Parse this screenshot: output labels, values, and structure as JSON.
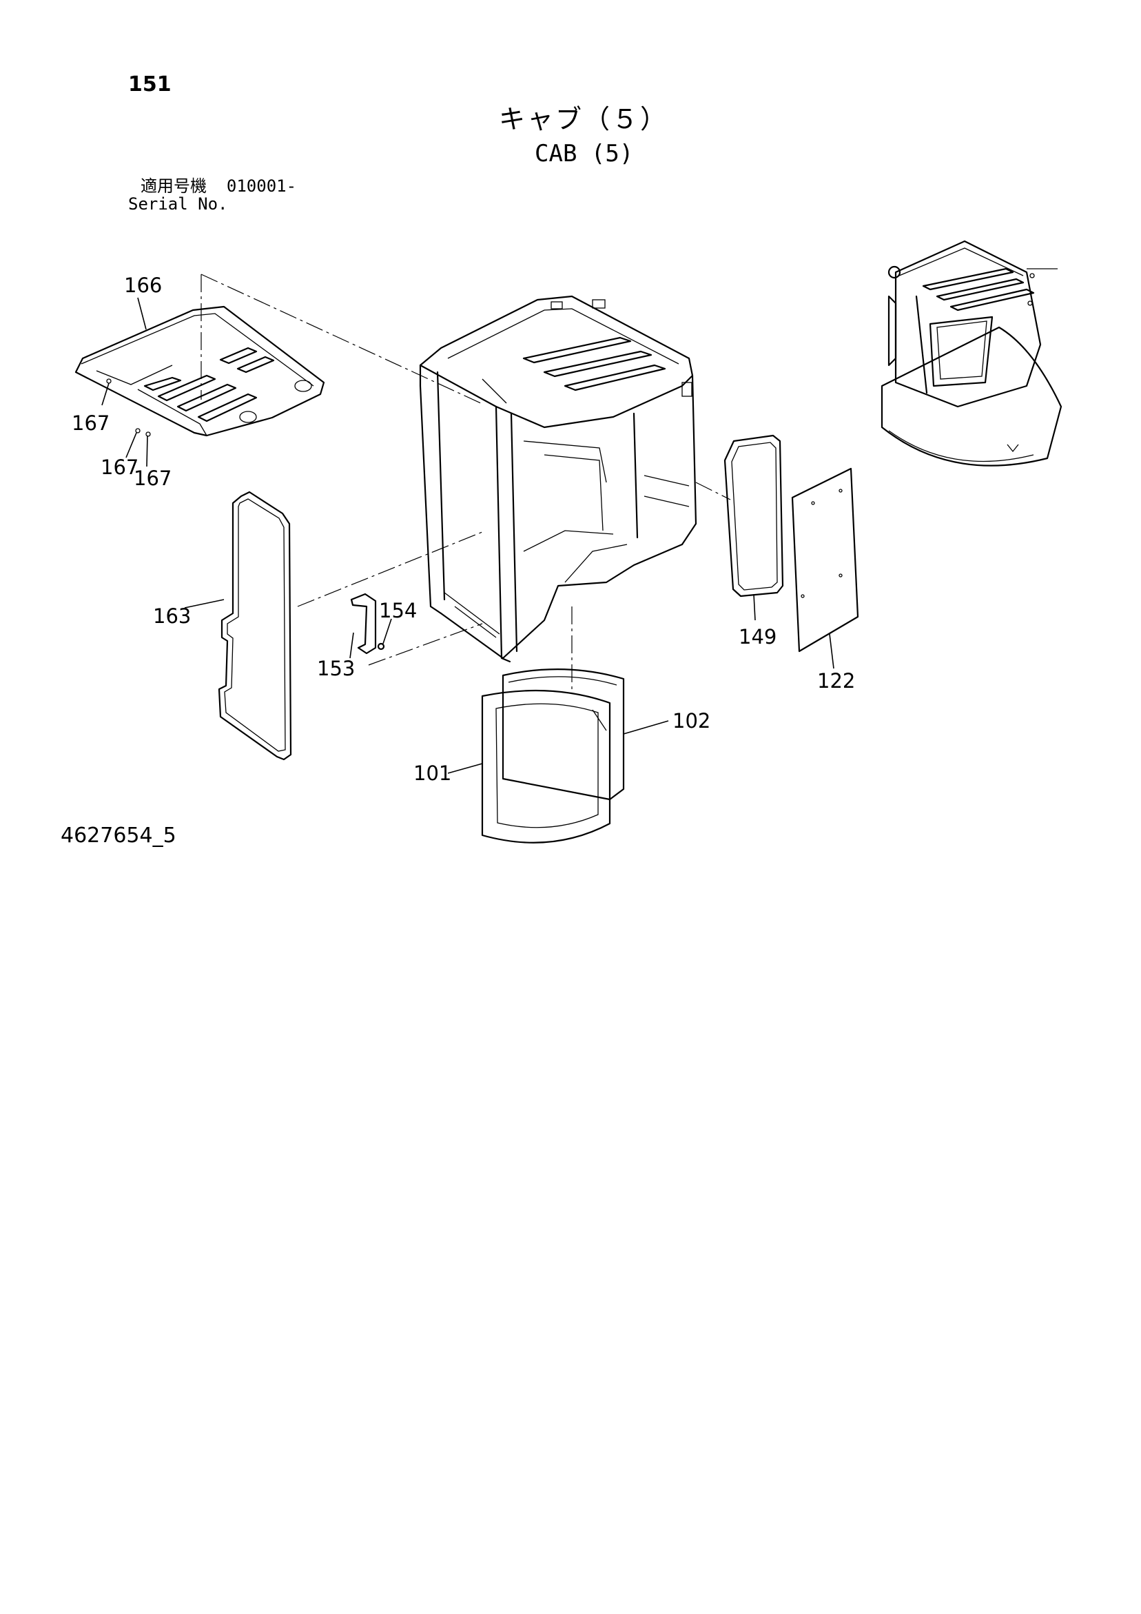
{
  "page_number": "151",
  "title_jp": "キャブ（５）",
  "title_en": "CAB (5)",
  "serial_label_jp": "適用号機",
  "serial_value": "010001-",
  "serial_label_en": "Serial No.",
  "drawing_number": "4627654_5",
  "callouts": {
    "p166": "166",
    "p167a": "167",
    "p167b": "167",
    "p167c": "167",
    "p163": "163",
    "p153": "153",
    "p154": "154",
    "p149": "149",
    "p122": "122",
    "p102": "102",
    "p101": "101"
  }
}
